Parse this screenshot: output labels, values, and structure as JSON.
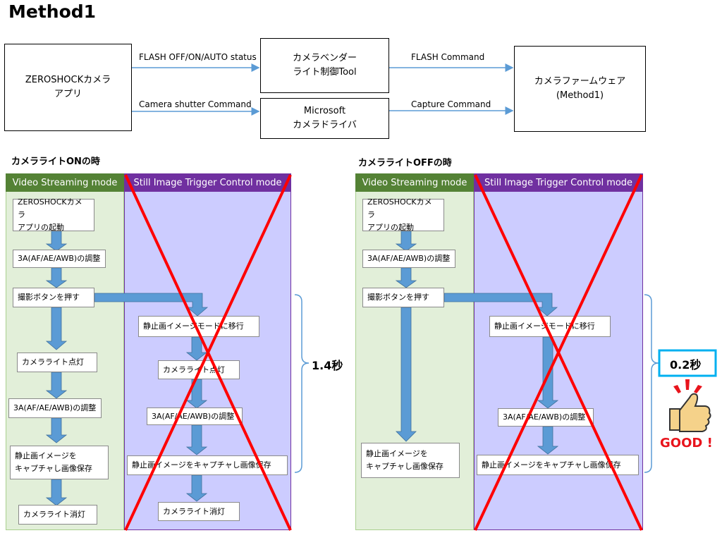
{
  "title": "Method1",
  "top_diagram": {
    "app_box": "ZEROSHOCKカメラ\nアプリ",
    "tool_box": "カメラベンダー\nライト制御Tool",
    "driver_box": "Microsoft\nカメラドライバ",
    "firmware_box": "カメラファームウェア\n(Method1)",
    "arrow_flash_status": "FLASH OFF/ON/AUTO status",
    "arrow_shutter": "Camera shutter Command",
    "arrow_flash_cmd": "FLASH Command",
    "arrow_capture_cmd": "Capture Command"
  },
  "left_section": {
    "title": "カメラライトONの時",
    "header_video": "Video Streaming mode",
    "header_still": "Still Image Trigger Control mode",
    "video_steps": [
      "ZEROSHOCKカメラ\nアプリの起動",
      "3A(AF/AE/AWB)の調整",
      "撮影ボタンを押す",
      "カメラライト点灯",
      "3A(AF/AE/AWB)の調整",
      "静止画イメージを\nキャプチャし画像保存",
      "カメラライト消灯"
    ],
    "still_steps": [
      "静止画イメージモードに移行",
      "カメラライト点灯",
      "3A(AF/AE/AWB)の調整",
      "静止画イメージをキャプチャし画像保存",
      "カメラライト消灯"
    ],
    "time": "1.4秒"
  },
  "right_section": {
    "title": "カメラライトOFFの時",
    "header_video": "Video Streaming mode",
    "header_still": "Still Image Trigger Control mode",
    "video_steps": [
      "ZEROSHOCKカメラ\nアプリの起動",
      "3A(AF/AE/AWB)の調整",
      "撮影ボタンを押す",
      "静止画イメージを\nキャプチャし画像保存"
    ],
    "still_steps": [
      "静止画イメージモードに移行",
      "3A(AF/AE/AWB)の調整",
      "静止画イメージをキャプチャし画像保存"
    ],
    "time": "0.2秒",
    "good_label": "GOOD !"
  },
  "colors": {
    "video_panel": "#e2efd9",
    "video_header": "#548235",
    "still_panel": "#ccccff",
    "still_header": "#7030a0",
    "arrow": "#5b9bd5",
    "cross": "#ff0000",
    "time_box_border": "#00b0f0",
    "good_text": "#e8141c"
  },
  "icons": [
    "thumbs-up-icon",
    "exclamation-sparks-icon"
  ]
}
